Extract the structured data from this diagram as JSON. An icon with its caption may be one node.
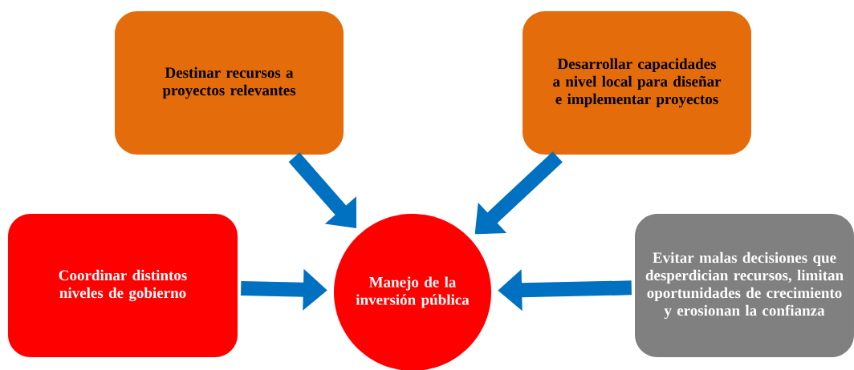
{
  "diagram": {
    "nodes": [
      {
        "text": [
          "Destinar recursos a proyectos relevantes"
        ]
      },
      {
        "text": [
          "Desarrollar capacidades a nivel local para diseñar e implementar proyectos"
        ]
      },
      {
        "text": [
          "Coordinar distintos niveles de gobierno"
        ]
      },
      {
        "text": [
          "Manejo de la inversión pública"
        ]
      },
      {
        "text": [
          "Evitar malas decisiones que desperdician recursos, limitan oportunidades de crecimiento y erosionan la confianza"
        ]
      }
    ],
    "edges": [
      {
        "from": 0,
        "to": 3,
        "arrow": "to"
      },
      {
        "from": 1,
        "to": 3,
        "arrow": "to"
      },
      {
        "from": 2,
        "to": 3,
        "arrow": "to"
      },
      {
        "from": 4,
        "to": 3,
        "arrow": "to"
      }
    ]
  }
}
